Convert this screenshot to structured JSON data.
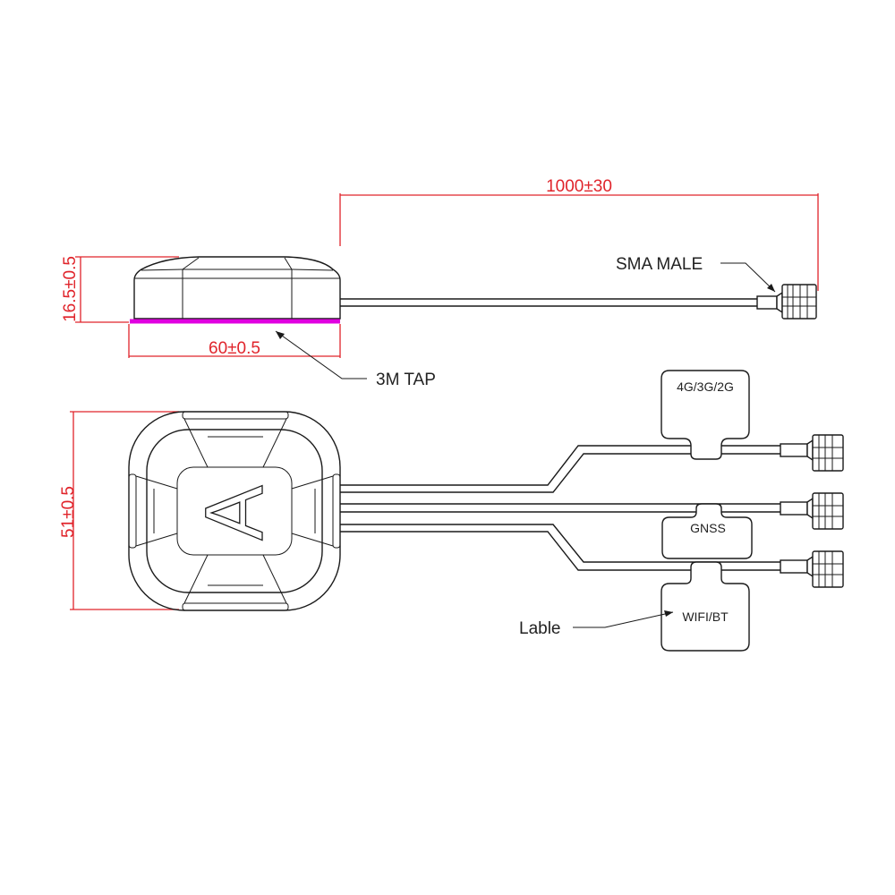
{
  "dimensions": {
    "cable_length": "1000±30",
    "height": "16.5±0.5",
    "width": "60±0.5",
    "depth": "51±0.5"
  },
  "callouts": {
    "connector": "SMA MALE",
    "tape": "3M TAP",
    "label": "Lable"
  },
  "cable_labels": {
    "cellular": "4G/3G/2G",
    "gnss": "GNSS",
    "wifi": "WIFI/BT"
  },
  "antenna_mark": "A",
  "colors": {
    "dimension": "#e0242b",
    "tape": "#e000e0",
    "outline": "#1a1a1a"
  }
}
